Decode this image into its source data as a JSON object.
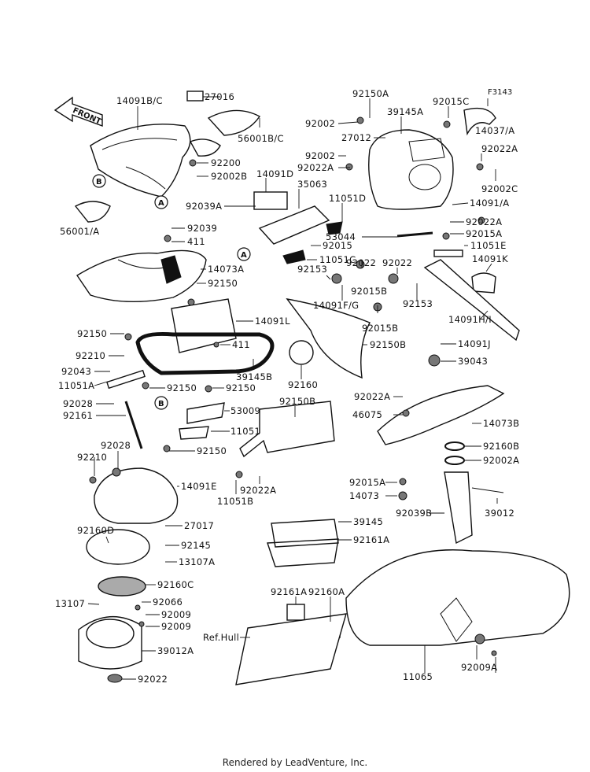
{
  "diagram": {
    "code": "F3143",
    "front_label": "FRONT",
    "callouts": [
      "A",
      "B"
    ]
  },
  "labels": [
    {
      "id": "27016",
      "text": "27016"
    },
    {
      "id": "14091BC",
      "text": "14091B/C"
    },
    {
      "id": "56001BC",
      "text": "56001B/C"
    },
    {
      "id": "92200",
      "text": "92200"
    },
    {
      "id": "92002B",
      "text": "92002B"
    },
    {
      "id": "14091D",
      "text": "14091D"
    },
    {
      "id": "35063",
      "text": "35063"
    },
    {
      "id": "92039A",
      "text": "92039A"
    },
    {
      "id": "11051D",
      "text": "11051D"
    },
    {
      "id": "56001A",
      "text": "56001/A"
    },
    {
      "id": "92039",
      "text": "92039"
    },
    {
      "id": "411a",
      "text": "411"
    },
    {
      "id": "92015",
      "text": "92015"
    },
    {
      "id": "11051C",
      "text": "11051C"
    },
    {
      "id": "14073A",
      "text": "14073A"
    },
    {
      "id": "92150a",
      "text": "92150"
    },
    {
      "id": "92150b",
      "text": "92150"
    },
    {
      "id": "14091L",
      "text": "14091L"
    },
    {
      "id": "411b",
      "text": "411"
    },
    {
      "id": "39145B",
      "text": "39145B"
    },
    {
      "id": "92210a",
      "text": "92210"
    },
    {
      "id": "92043",
      "text": "92043"
    },
    {
      "id": "11051A",
      "text": "11051A"
    },
    {
      "id": "92150c",
      "text": "92150"
    },
    {
      "id": "92150d",
      "text": "92150"
    },
    {
      "id": "92028a",
      "text": "92028"
    },
    {
      "id": "92161",
      "text": "92161"
    },
    {
      "id": "53009",
      "text": "53009"
    },
    {
      "id": "11051",
      "text": "11051"
    },
    {
      "id": "92150e",
      "text": "92150"
    },
    {
      "id": "92028b",
      "text": "92028"
    },
    {
      "id": "92210b",
      "text": "92210"
    },
    {
      "id": "14091E",
      "text": "14091E"
    },
    {
      "id": "27017",
      "text": "27017"
    },
    {
      "id": "92160D",
      "text": "92160D"
    },
    {
      "id": "92145",
      "text": "92145"
    },
    {
      "id": "13107A",
      "text": "13107A"
    },
    {
      "id": "92160C",
      "text": "92160C"
    },
    {
      "id": "13107",
      "text": "13107"
    },
    {
      "id": "92066",
      "text": "92066"
    },
    {
      "id": "92009a",
      "text": "92009"
    },
    {
      "id": "92009b",
      "text": "92009"
    },
    {
      "id": "39012A",
      "text": "39012A"
    },
    {
      "id": "92022a",
      "text": "92022"
    },
    {
      "id": "92150A",
      "text": "92150A"
    },
    {
      "id": "39145A",
      "text": "39145A"
    },
    {
      "id": "92015C",
      "text": "92015C"
    },
    {
      "id": "14037A",
      "text": "14037/A"
    },
    {
      "id": "92002a",
      "text": "92002"
    },
    {
      "id": "27012",
      "text": "27012"
    },
    {
      "id": "92002b",
      "text": "92002"
    },
    {
      "id": "92022Aa",
      "text": "92022A"
    },
    {
      "id": "92022Ab",
      "text": "92022A"
    },
    {
      "id": "92002C",
      "text": "92002C"
    },
    {
      "id": "14091A",
      "text": "14091/A"
    },
    {
      "id": "92022Ac",
      "text": "92022A"
    },
    {
      "id": "53044",
      "text": "53044"
    },
    {
      "id": "92015A",
      "text": "92015A"
    },
    {
      "id": "11051E",
      "text": "11051E"
    },
    {
      "id": "14091K",
      "text": "14091K"
    },
    {
      "id": "92153a",
      "text": "92153"
    },
    {
      "id": "92022b",
      "text": "92022"
    },
    {
      "id": "92015B",
      "text": "92015B"
    },
    {
      "id": "92022c",
      "text": "92022"
    },
    {
      "id": "92153b",
      "text": "92153"
    },
    {
      "id": "92015B2",
      "text": "92015B"
    },
    {
      "id": "14091HI",
      "text": "14091H/I"
    },
    {
      "id": "14091FG",
      "text": "14091F/G"
    },
    {
      "id": "92150B",
      "text": "92150B"
    },
    {
      "id": "14091J",
      "text": "14091J"
    },
    {
      "id": "92160",
      "text": "92160"
    },
    {
      "id": "39043",
      "text": "39043"
    },
    {
      "id": "92150B2",
      "text": "92150B"
    },
    {
      "id": "92022Ad",
      "text": "92022A"
    },
    {
      "id": "46075",
      "text": "46075"
    },
    {
      "id": "14073B",
      "text": "14073B"
    },
    {
      "id": "92160B",
      "text": "92160B"
    },
    {
      "id": "92002A",
      "text": "92002A"
    },
    {
      "id": "11051B",
      "text": "11051B"
    },
    {
      "id": "92022Ae",
      "text": "92022A"
    },
    {
      "id": "92015Ab",
      "text": "92015A"
    },
    {
      "id": "14073",
      "text": "14073"
    },
    {
      "id": "92039B",
      "text": "92039B"
    },
    {
      "id": "39012",
      "text": "39012"
    },
    {
      "id": "39145",
      "text": "39145"
    },
    {
      "id": "92161Aa",
      "text": "92161A"
    },
    {
      "id": "92161Ab",
      "text": "92161A"
    },
    {
      "id": "92160A",
      "text": "92160A"
    },
    {
      "id": "RefHull",
      "text": "Ref.Hull"
    },
    {
      "id": "11065",
      "text": "11065"
    },
    {
      "id": "92009A",
      "text": "92009A"
    }
  ],
  "footer": "Rendered by LeadVenture, Inc."
}
